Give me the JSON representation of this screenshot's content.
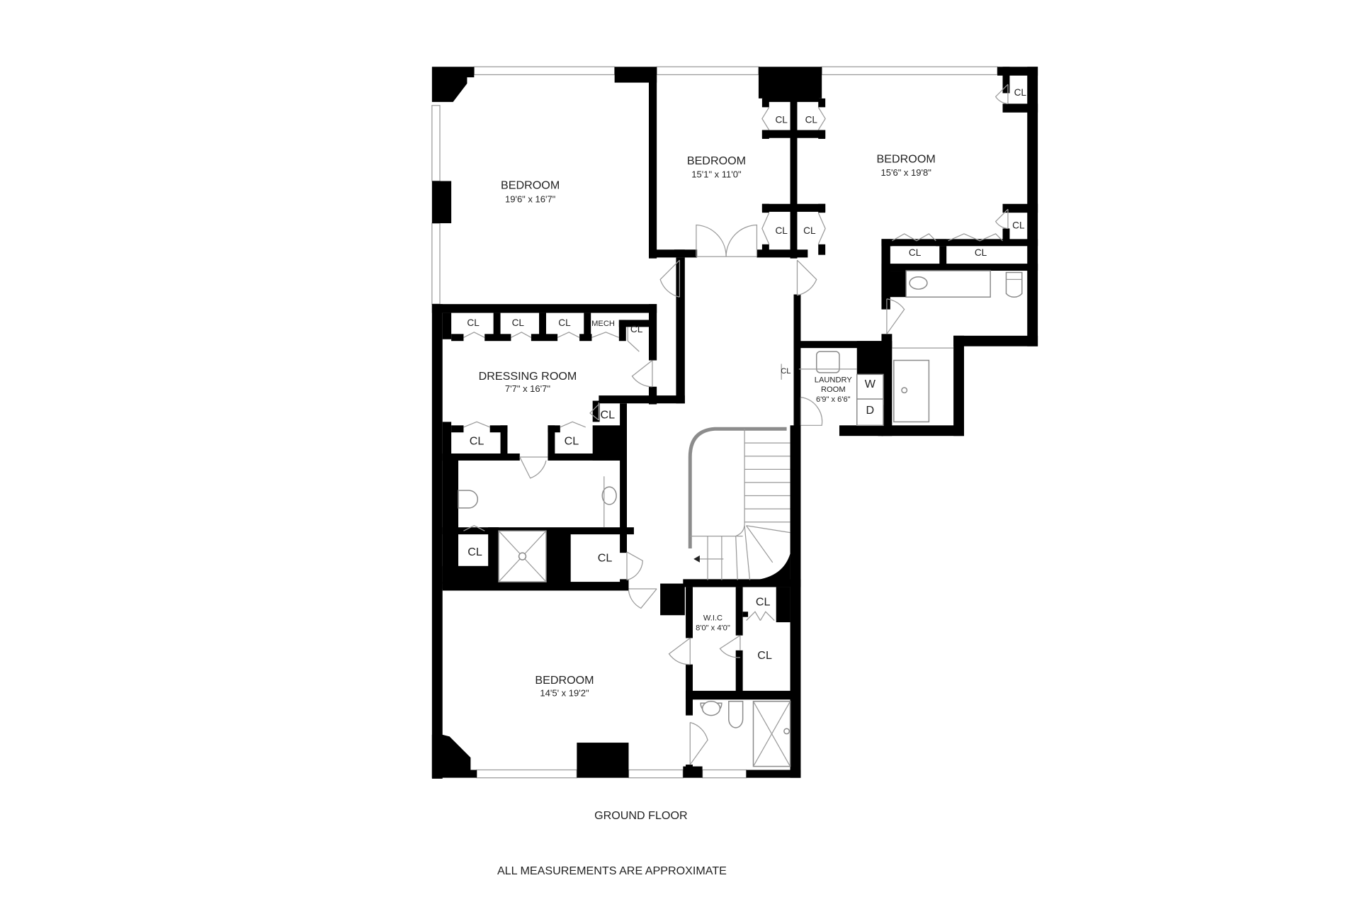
{
  "floor_label": "GROUND FLOOR",
  "disclaimer": "ALL MEASUREMENTS ARE APPROXIMATE",
  "rooms": [
    {
      "name": "BEDROOM",
      "dims": "19'6\" x 16'7\""
    },
    {
      "name": "BEDROOM",
      "dims": "15'1\" x 11'0\""
    },
    {
      "name": "BEDROOM",
      "dims": "15'6\" x 19'8\""
    },
    {
      "name": "DRESSING ROOM",
      "dims": "7'7\" x 16'7\""
    },
    {
      "name": "LAUNDRY",
      "name2": "ROOM",
      "dims": "6'9\" x 6'6\""
    },
    {
      "name": "BEDROOM",
      "dims": "14'5' x 19'2\""
    },
    {
      "name": "W.I.C",
      "dims": "8'0\" x 4'0\""
    }
  ],
  "labels": {
    "closet": "CL",
    "mech": "MECH",
    "washer": "W",
    "dryer": "D"
  },
  "colors": {
    "wall": "#000000",
    "line": "#9a9a9a",
    "background": "#ffffff"
  }
}
